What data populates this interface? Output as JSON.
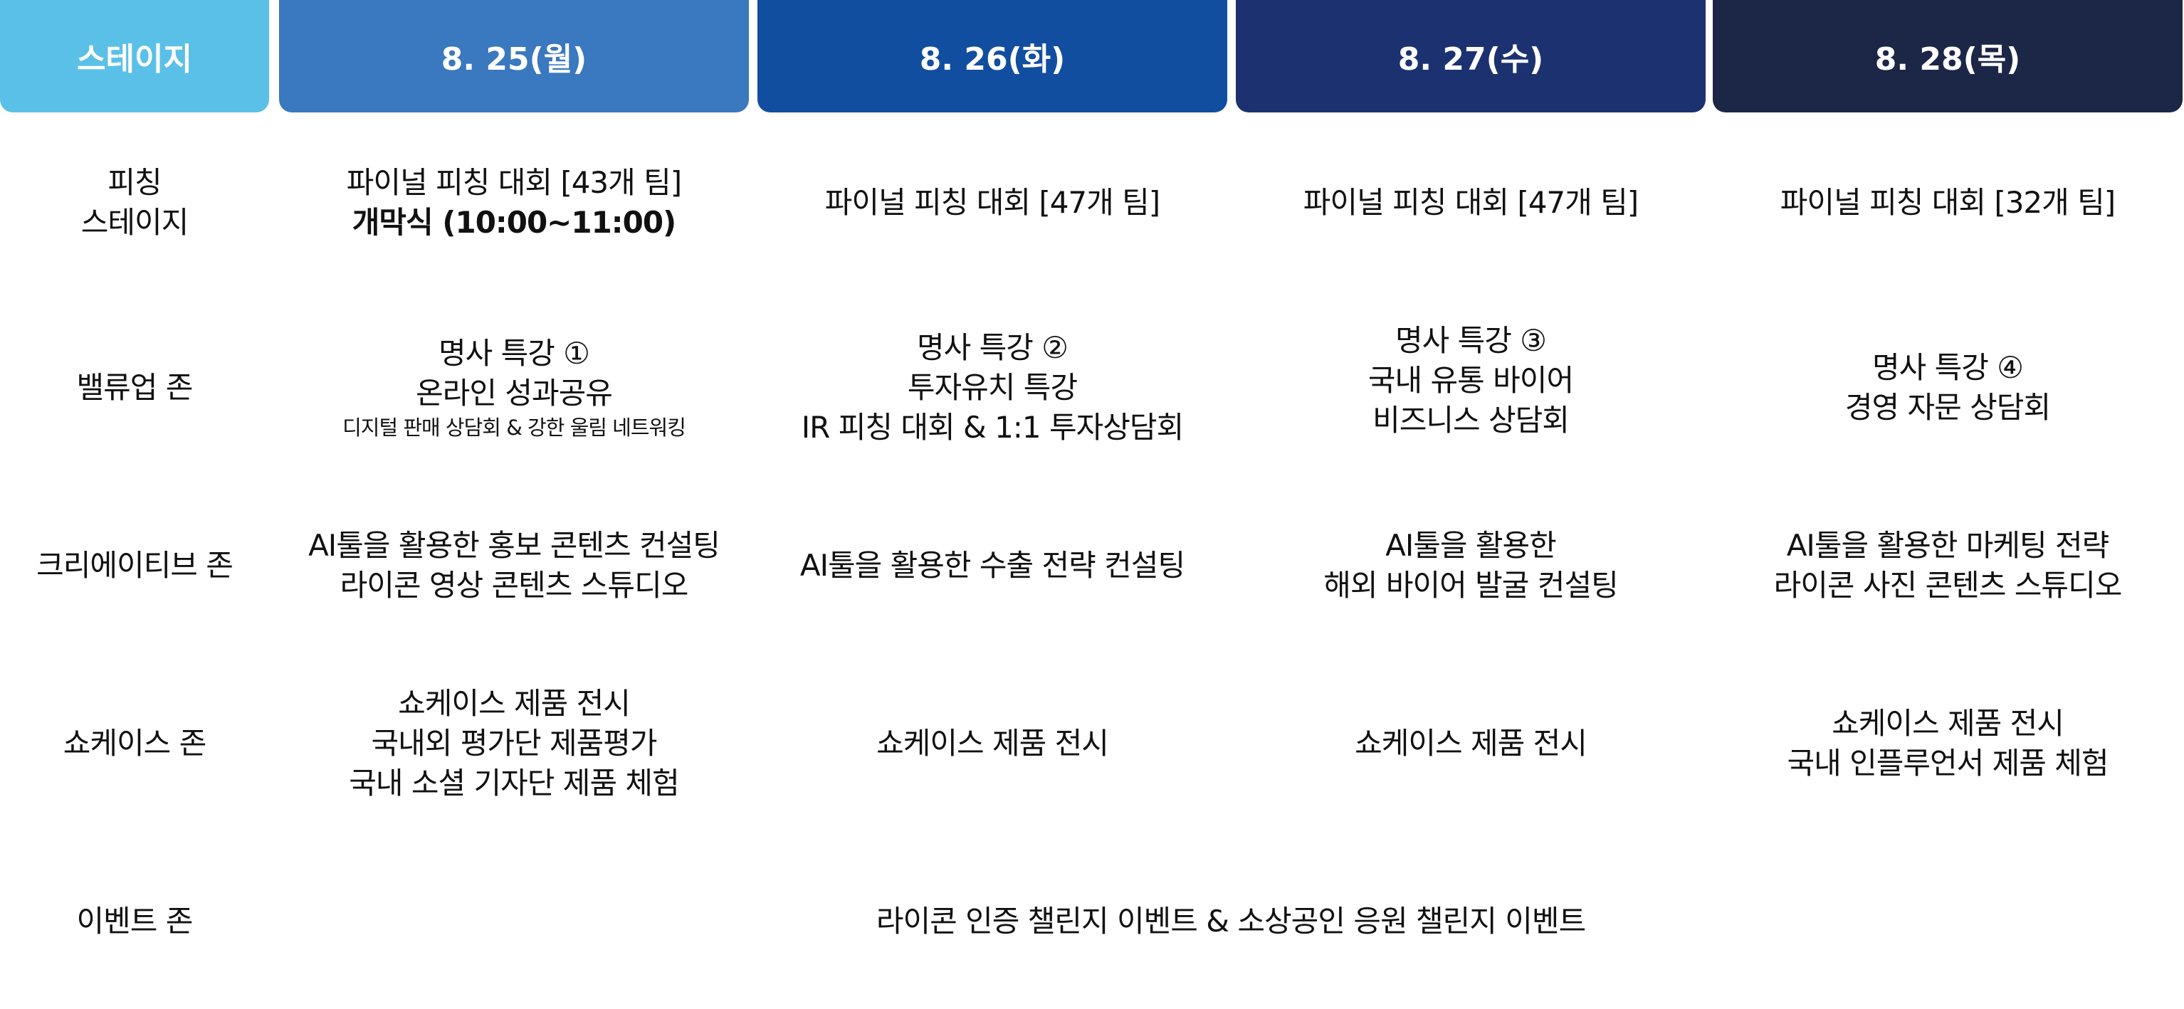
{
  "colors": {
    "stage": "#5bc0e8",
    "day1": "#3a78bf",
    "day2": "#114ea0",
    "day3": "#1c3170",
    "day4": "#1c2647"
  },
  "header": {
    "stage": "스테이지",
    "days": [
      "8. 25(월)",
      "8. 26(화)",
      "8. 27(수)",
      "8. 28(목)"
    ]
  },
  "rows": [
    {
      "label": [
        "피칭",
        "스테이지"
      ],
      "cells": [
        [
          "파이널 피칭 대회 [43개 팀]",
          "개막식 (10:00~11:00)"
        ],
        [
          "파이널 피칭 대회 [47개 팀]"
        ],
        [
          "파이널 피칭 대회 [47개 팀]"
        ],
        [
          "파이널 피칭 대회 [32개 팀]"
        ]
      ]
    },
    {
      "label": [
        "밸류업 존"
      ],
      "cells": [
        [
          "명사 특강 ①",
          "온라인 성과공유",
          "디지털 판매 상담회 & 강한 울림 네트워킹"
        ],
        [
          "명사 특강 ②",
          "투자유치 특강",
          "IR 피칭 대회 & 1:1 투자상담회"
        ],
        [
          "명사 특강 ③",
          "국내 유통 바이어",
          "비즈니스 상담회"
        ],
        [
          "명사 특강 ④",
          "경영 자문 상담회"
        ]
      ]
    },
    {
      "label": [
        "크리에이티브 존"
      ],
      "cells": [
        [
          "AI툴을 활용한 홍보 콘텐츠 컨설팅",
          "라이콘 영상 콘텐츠 스튜디오"
        ],
        [
          "AI툴을 활용한 수출 전략 컨설팅"
        ],
        [
          "AI툴을 활용한",
          "해외 바이어 발굴 컨설팅"
        ],
        [
          "AI툴을 활용한 마케팅 전략",
          "라이콘 사진 콘텐츠 스튜디오"
        ]
      ]
    },
    {
      "label": [
        "쇼케이스 존"
      ],
      "cells": [
        [
          "쇼케이스 제품 전시",
          "국내외 평가단 제품평가",
          "국내 소셜 기자단 제품 체험"
        ],
        [
          "쇼케이스 제품 전시"
        ],
        [
          "쇼케이스 제품 전시"
        ],
        [
          "쇼케이스 제품 전시",
          "국내 인플루언서 제품 체험"
        ]
      ]
    },
    {
      "label": [
        "이벤트 존"
      ],
      "span": "라이콘 인증 챌린지 이벤트 & 소상공인 응원 챌린지 이벤트"
    }
  ]
}
